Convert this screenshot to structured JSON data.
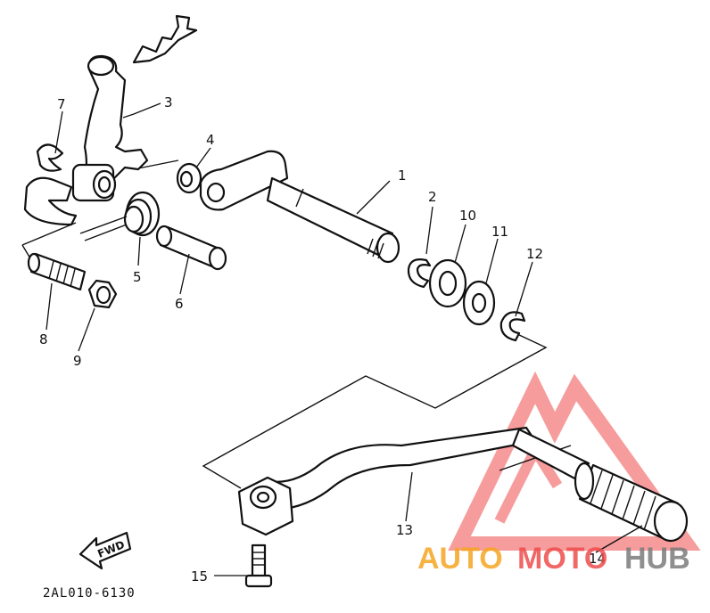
{
  "diagram_code": "2AL010-6130",
  "fwd_label": "FWD",
  "watermark": {
    "part1": "AUTO",
    "part2": "MOTO",
    "part3": "HUB",
    "color_orange": "#f5a623",
    "color_red": "#ef4d4d",
    "color_gray": "#7c7c7c"
  },
  "callouts": [
    {
      "id": "1",
      "label": "1"
    },
    {
      "id": "2",
      "label": "2"
    },
    {
      "id": "3",
      "label": "3"
    },
    {
      "id": "4",
      "label": "4"
    },
    {
      "id": "5",
      "label": "5"
    },
    {
      "id": "6",
      "label": "6"
    },
    {
      "id": "7",
      "label": "7"
    },
    {
      "id": "8",
      "label": "8"
    },
    {
      "id": "9",
      "label": "9"
    },
    {
      "id": "10",
      "label": "10"
    },
    {
      "id": "11",
      "label": "11"
    },
    {
      "id": "12",
      "label": "12"
    },
    {
      "id": "13",
      "label": "13"
    },
    {
      "id": "14",
      "label": "14"
    },
    {
      "id": "15",
      "label": "15"
    }
  ]
}
